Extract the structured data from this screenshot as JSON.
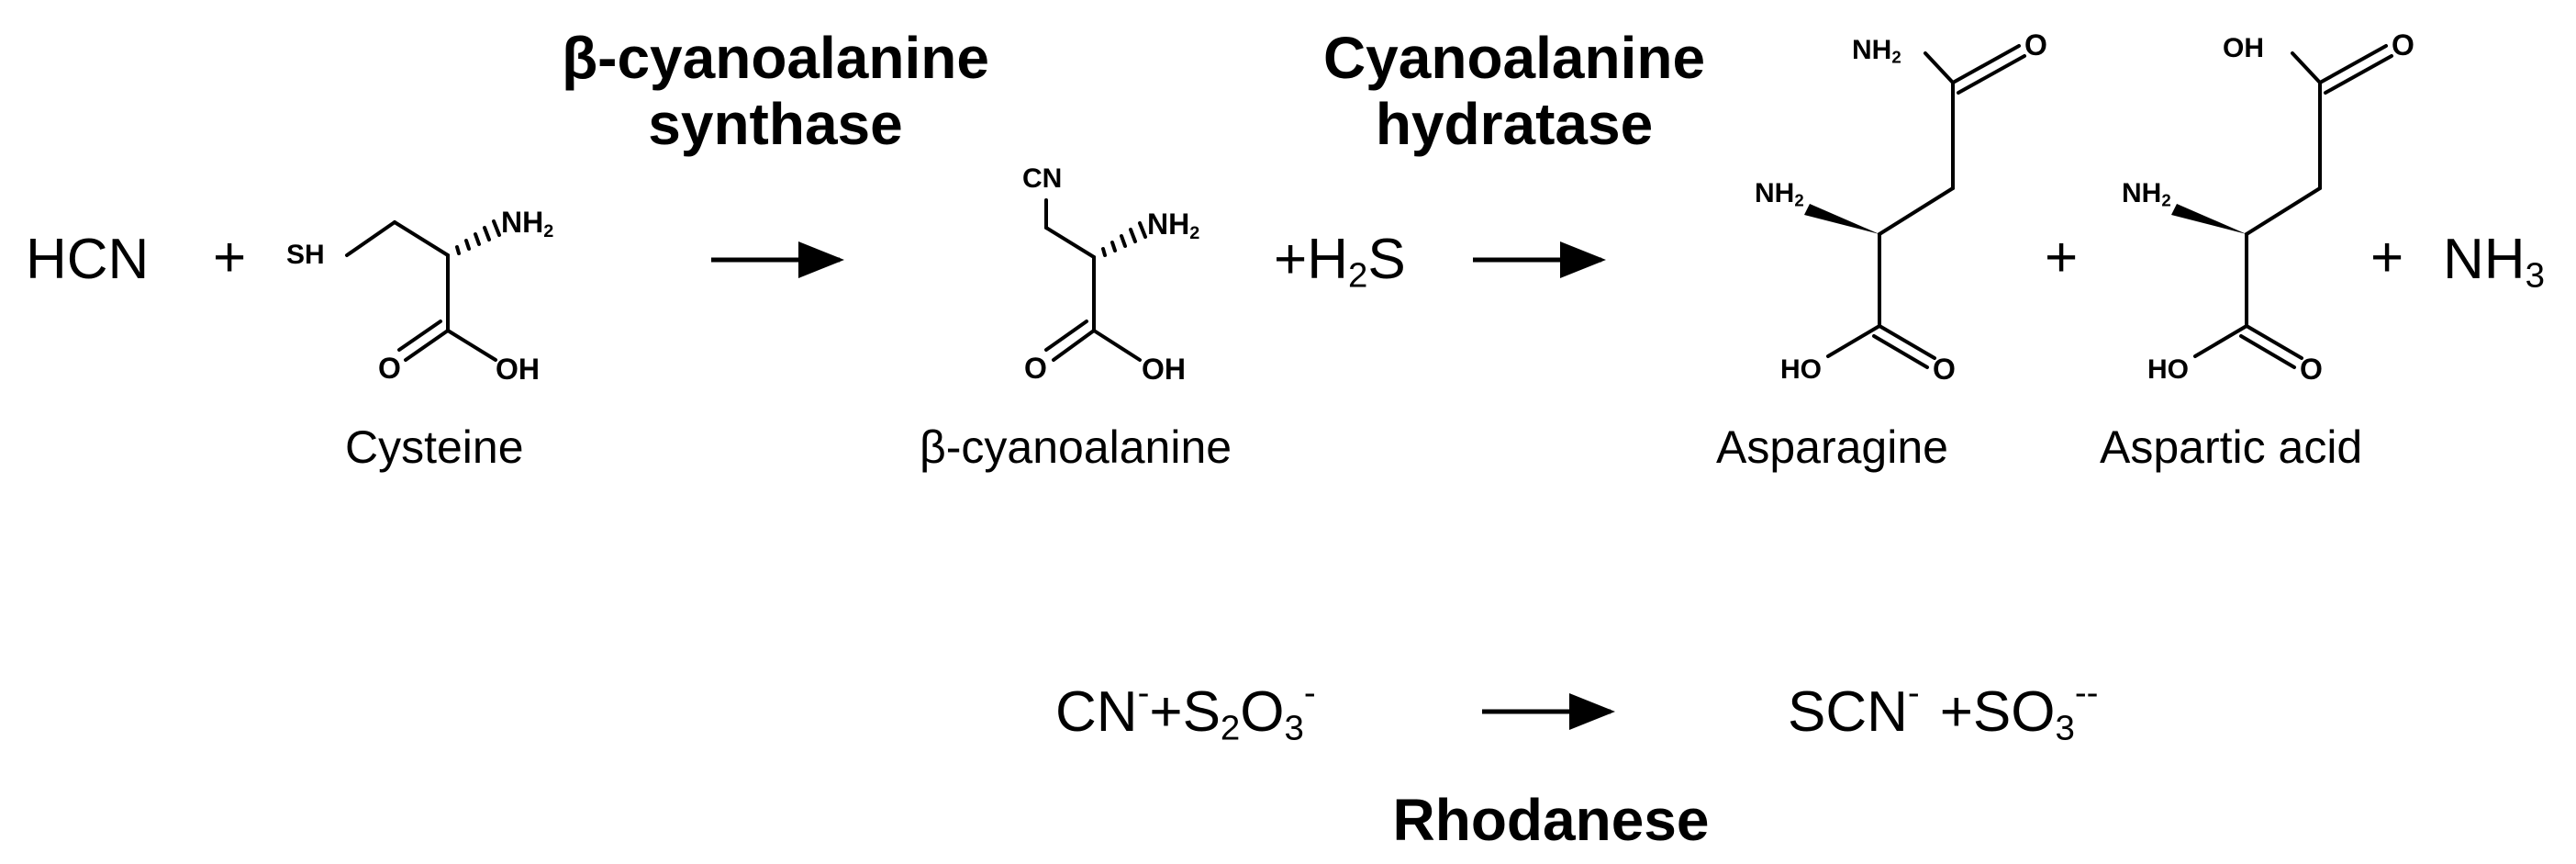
{
  "reaction1": {
    "reactant": "HCN",
    "plus1": "+",
    "enzyme1_line1": "β-cyanoalanine",
    "enzyme1_line2": "synthase",
    "enzyme2_line1": "Cyanoalanine",
    "enzyme2_line2": "hydratase",
    "plus_h2s": "+H",
    "h2s_sub": "2",
    "h2s_tail": "S",
    "plus2": "+",
    "plus3": "+",
    "nh3_main": "NH",
    "nh3_sub": "3"
  },
  "molecules": {
    "cysteine": {
      "name": "Cysteine",
      "sh": "SH",
      "nh2": "NH",
      "nh2_sub": "2",
      "o": "O",
      "oh": "OH"
    },
    "cyanoalanine": {
      "name": "β-cyanoalanine",
      "cn": "CN",
      "nh2": "NH",
      "nh2_sub": "2",
      "o": "O",
      "oh": "OH"
    },
    "asparagine": {
      "name": "Asparagine",
      "nh2_top": "NH",
      "nh2_top_sub": "2",
      "o_top": "O",
      "nh2": "NH",
      "nh2_sub": "2",
      "ho": "HO",
      "o": "O"
    },
    "aspartic": {
      "name": "Aspartic acid",
      "oh_top": "OH",
      "o_top": "O",
      "nh2": "NH",
      "nh2_sub": "2",
      "ho": "HO",
      "o": "O"
    }
  },
  "reaction2": {
    "cn": "CN",
    "cn_sup": "-",
    "plus_s": "+S",
    "s_sub": "2",
    "o": "O",
    "o_sub": "3",
    "o_sup": "-",
    "scn": "SCN",
    "scn_sup": "-",
    "plus_so": "+SO",
    "so_sub": "3",
    "so_sup": "--",
    "enzyme": "Rhodanese"
  }
}
